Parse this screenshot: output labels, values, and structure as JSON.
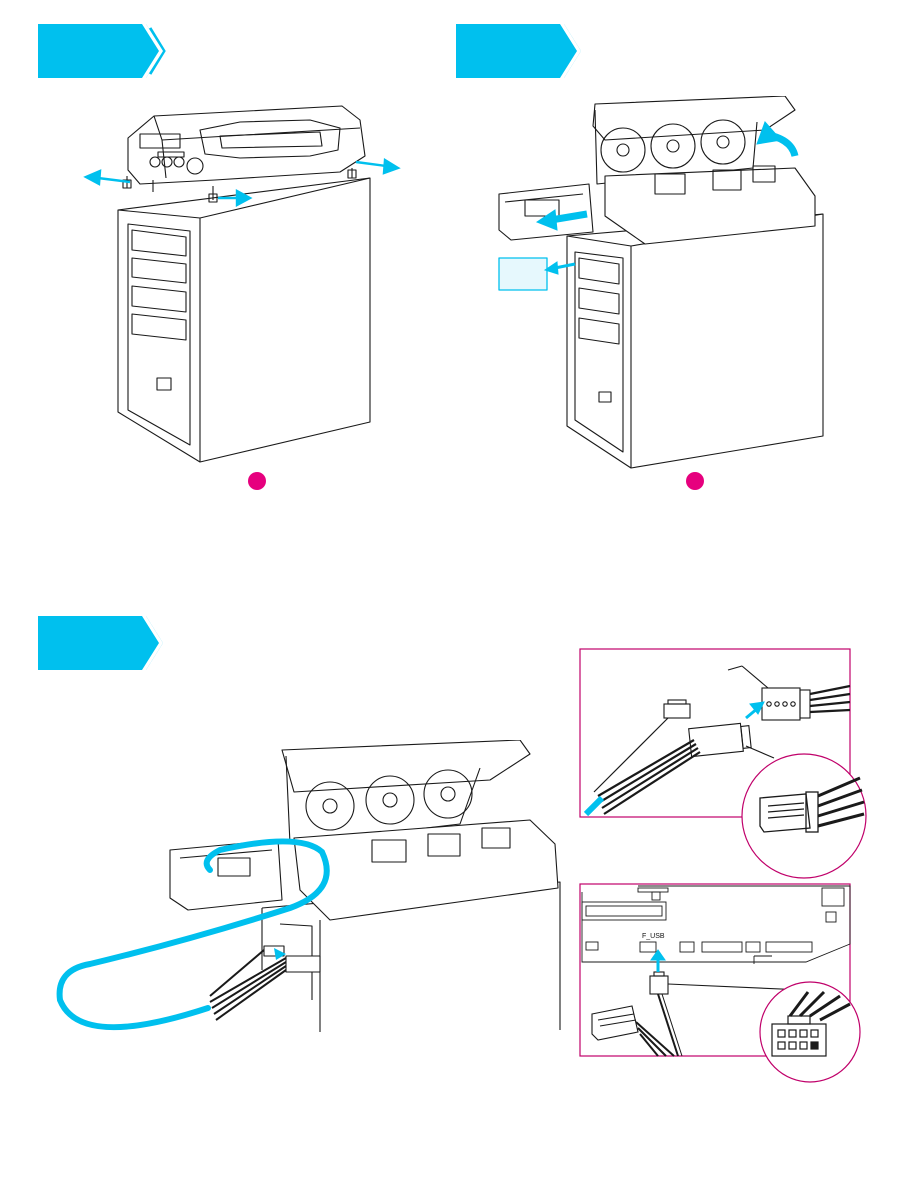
{
  "colors": {
    "accent": "#00c0ee",
    "marker": "#e6007e",
    "callout_frame": "#c0006a",
    "line_art": "#1a1a1a"
  },
  "steps": [
    {
      "id": "step-1",
      "marker": "pink-dot"
    },
    {
      "id": "step-2",
      "marker": "pink-dot"
    },
    {
      "id": "step-3",
      "marker": "none"
    }
  ],
  "motherboard": {
    "header_label": "F_USB"
  }
}
